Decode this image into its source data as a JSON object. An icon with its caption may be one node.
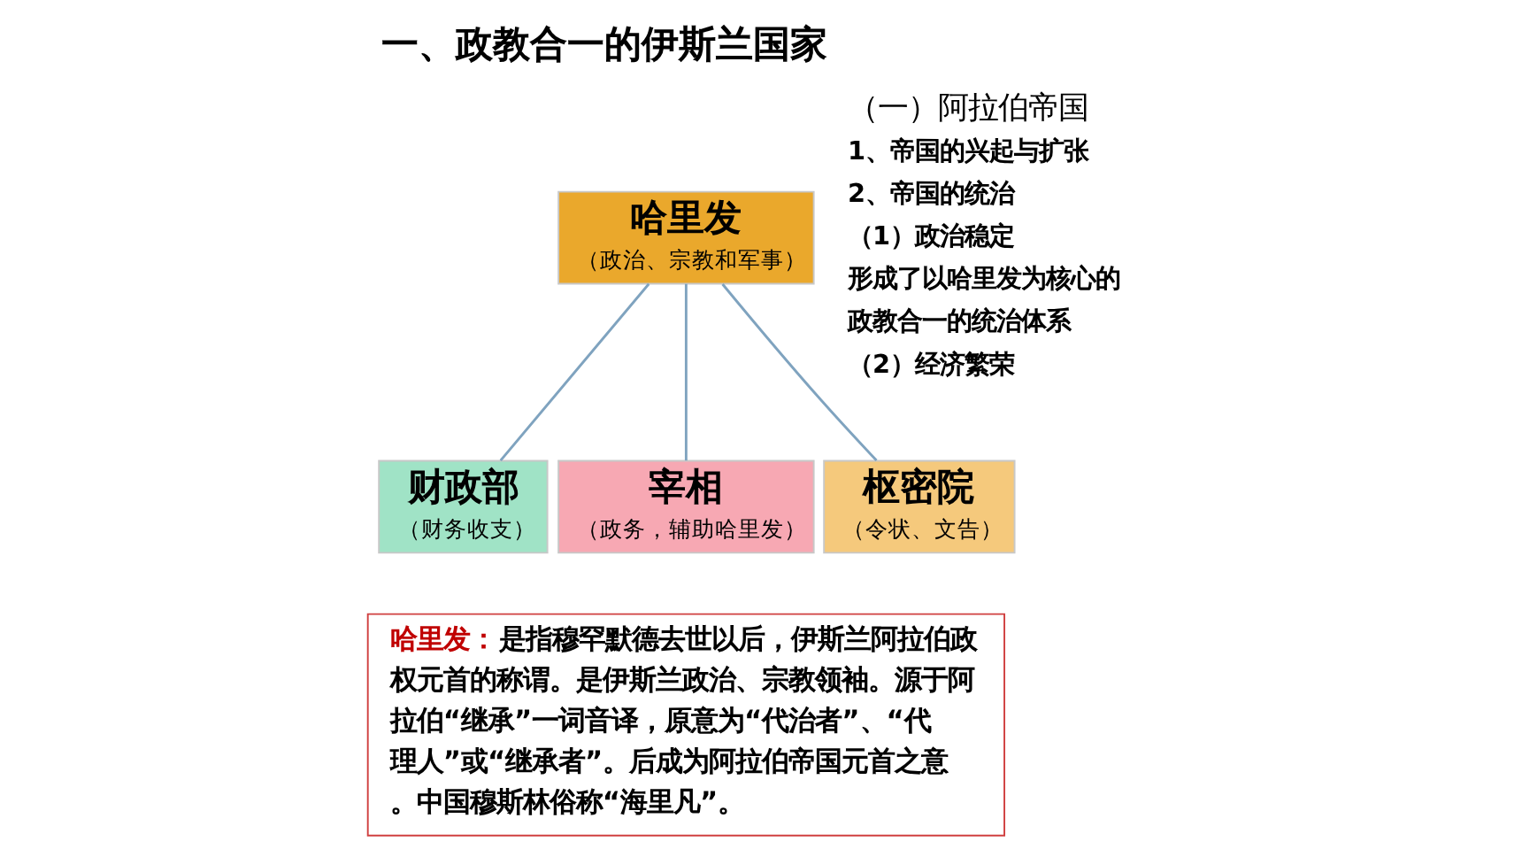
{
  "diagram": {
    "title": "一、政教合一的伊斯兰国家",
    "nodes": [
      {
        "text": [
          "哈里发",
          "（政治、宗教和军事）"
        ]
      },
      {
        "text": [
          "财政部",
          "（财务收支）"
        ]
      },
      {
        "text": [
          "宰相",
          "（政务，辅助哈里发）"
        ]
      },
      {
        "text": [
          "枢密院",
          "（令状、文告）"
        ]
      },
      {
        "text": [
          "**哈里发：**是指穆罕默德去世以后，伊斯兰阿拉伯政权元首的称谓。是伊斯兰政治、宗教领袖。源于阿拉伯“继承”一词音译，原意为“代治者”、“代理人”或“继承者”。后成为阿拉伯帝国元首之意。中国穆斯林俗称“海里凡”。"
        ]
      }
    ],
    "edges": [
      {
        "from": 0,
        "to": 1,
        "arrow": "none"
      },
      {
        "from": 0,
        "to": 2,
        "arrow": "none"
      },
      {
        "from": 0,
        "to": 3,
        "arrow": "none"
      }
    ],
    "labels": [
      "（一）阿拉伯帝国",
      "1、帝国的兴起与扩张",
      "2、帝国的统治",
      "（1）政治稳定",
      "形成了以哈里发为核心的政教合一的统治体系",
      "（2）经济繁荣"
    ]
  }
}
